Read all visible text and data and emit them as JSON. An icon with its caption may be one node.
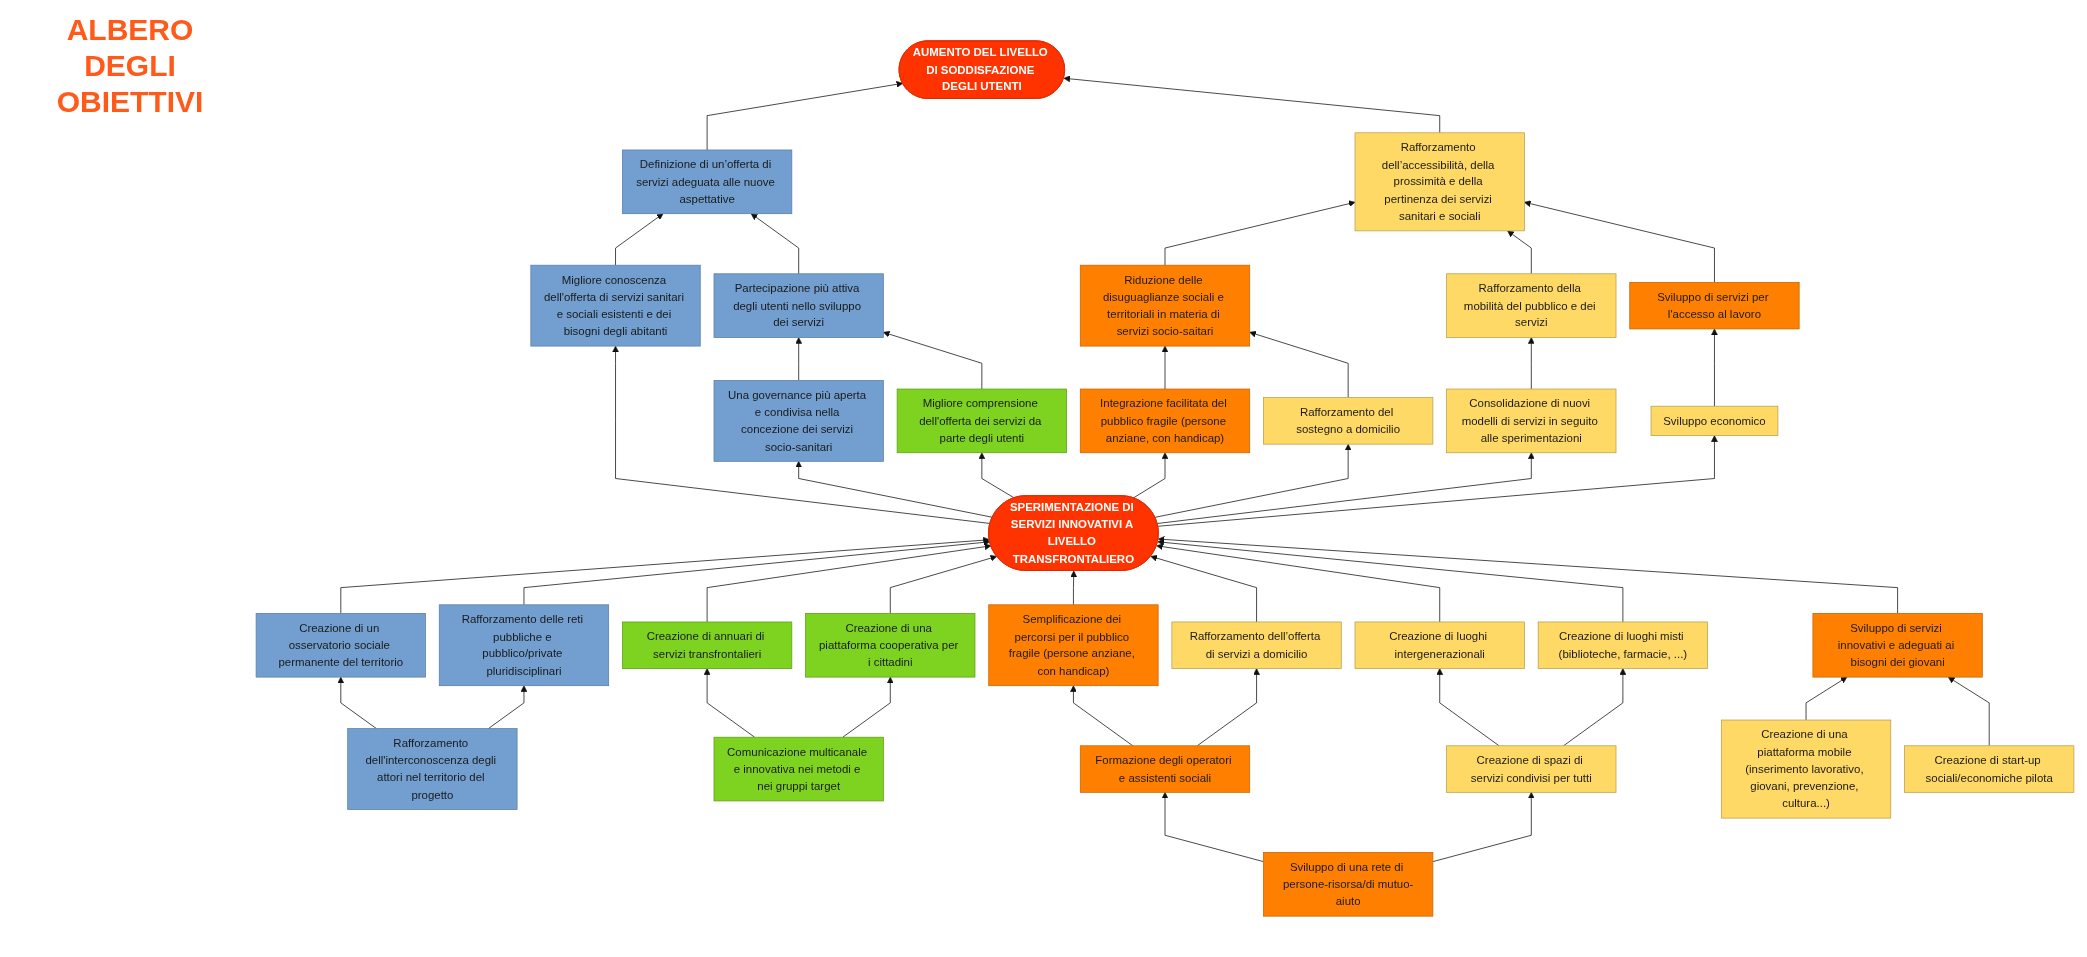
{
  "diagram": {
    "title": "ALBERO DEGLI OBIETTIVI",
    "nodes": [
      {
        "text": [
          "AUMENTO DEL LIVELLO DI SODDISFAZIONE DEGLI UTENTI"
        ]
      },
      {
        "text": [
          "Definizione di un’offerta di servizi adeguata alle nuove aspettative"
        ]
      },
      {
        "text": [
          "Rafforzamento dell’accessibilità, della prossimità e della pertinenza dei servizi sanitari e sociali"
        ]
      },
      {
        "text": [
          "Migliore conoscenza dell'offerta di servizi sanitari e sociali esistenti e dei bisogni degli abitanti"
        ]
      },
      {
        "text": [
          "Partecipazione più attiva degli utenti nello sviluppo dei servizi"
        ]
      },
      {
        "text": [
          "Riduzione delle disuguaglianze sociali e territoriali in materia di servizi socio-saitari"
        ]
      },
      {
        "text": [
          "Rafforzamento della mobilità del pubblico e dei servizi"
        ]
      },
      {
        "text": [
          "Sviluppo di servizi per l'accesso al lavoro"
        ]
      },
      {
        "text": [
          "Una governance più aperta e condivisa nella concezione dei servizi socio-sanitari"
        ]
      },
      {
        "text": [
          "Migliore comprensione dell'offerta dei servizi da parte degli utenti"
        ]
      },
      {
        "text": [
          "Integrazione facilitata del pubblico fragile (persone anziane, con handicap)"
        ]
      },
      {
        "text": [
          "Rafforzamento del sostegno a domicilio"
        ]
      },
      {
        "text": [
          "Consolidazione di nuovi modelli di servizi in seguito alle sperimentazioni"
        ]
      },
      {
        "text": [
          "Sviluppo economico"
        ]
      },
      {
        "text": [
          "SPERIMENTAZIONE DI SERVIZI INNOVATIVI A LIVELLO TRANSFRONTALIERO"
        ]
      },
      {
        "text": [
          "Semplificazione dei percorsi per il pubblico fragile (persone anziane, con handicap)"
        ]
      },
      {
        "text": [
          "Rafforzamento dell’offerta di servizi a domicilio"
        ]
      },
      {
        "text": [
          "Creazione di luoghi intergenerazionali"
        ]
      },
      {
        "text": [
          "Creazione di luoghi misti (biblioteche, farmacie, ...)"
        ]
      },
      {
        "text": [
          "Sviluppo di servizi innovativi e adeguati ai bisogni dei giovani"
        ]
      },
      {
        "text": [
          "Creazione di un osservatorio sociale permanente del territorio"
        ]
      },
      {
        "text": [
          "Rafforzamento delle reti pubbliche e pubblico/private pluridisciplinari"
        ]
      },
      {
        "text": [
          "Creazione di annuari di servizi transfrontalieri"
        ]
      },
      {
        "text": [
          "Creazione di una piattaforma cooperativa per i cittadini"
        ]
      },
      {
        "text": [
          "Formazione degli operatori e assistenti sociali"
        ]
      },
      {
        "text": [
          "Creazione di spazi di servizi condivisi per tutti"
        ]
      },
      {
        "text": [
          "Creazione di una piattaforma mobile (inserimento lavorativo, giovani, prevenzione, cultura...)"
        ]
      },
      {
        "text": [
          "Creazione di start-up sociali/economiche pilota"
        ]
      },
      {
        "text": [
          "Rafforzamento dell'interconoscenza degli attori nel territorio del progetto"
        ]
      },
      {
        "text": [
          "Comunicazione multicanale e innovativa nei metodi e nei gruppi target"
        ]
      },
      {
        "text": [
          "Sviluppo di una rete di persone-risorsa/di mutuo-aiuto"
        ]
      }
    ],
    "edges": [
      {
        "from": 1,
        "to": 0,
        "arrow": "to"
      },
      {
        "from": 2,
        "to": 0,
        "arrow": "to"
      },
      {
        "from": 3,
        "to": 1,
        "arrow": "to"
      },
      {
        "from": 4,
        "to": 1,
        "arrow": "to"
      },
      {
        "from": 5,
        "to": 2,
        "arrow": "to"
      },
      {
        "from": 6,
        "to": 2,
        "arrow": "to"
      },
      {
        "from": 7,
        "to": 2,
        "arrow": "to"
      },
      {
        "from": 8,
        "to": 4,
        "arrow": "to"
      },
      {
        "from": 9,
        "to": 4,
        "arrow": "to"
      },
      {
        "from": 10,
        "to": 5,
        "arrow": "to"
      },
      {
        "from": 11,
        "to": 5,
        "arrow": "to"
      },
      {
        "from": 12,
        "to": 6,
        "arrow": "to"
      },
      {
        "from": 13,
        "to": 7,
        "arrow": "to"
      },
      {
        "from": 14,
        "to": 3,
        "arrow": "to"
      },
      {
        "from": 14,
        "to": 8,
        "arrow": "to"
      },
      {
        "from": 14,
        "to": 9,
        "arrow": "to"
      },
      {
        "from": 14,
        "to": 10,
        "arrow": "to"
      },
      {
        "from": 14,
        "to": 11,
        "arrow": "to"
      },
      {
        "from": 14,
        "to": 12,
        "arrow": "to"
      },
      {
        "from": 14,
        "to": 13,
        "arrow": "to"
      },
      {
        "from": 20,
        "to": 14,
        "arrow": "to"
      },
      {
        "from": 21,
        "to": 14,
        "arrow": "to"
      },
      {
        "from": 22,
        "to": 14,
        "arrow": "to"
      },
      {
        "from": 23,
        "to": 14,
        "arrow": "to"
      },
      {
        "from": 15,
        "to": 14,
        "arrow": "to"
      },
      {
        "from": 16,
        "to": 14,
        "arrow": "to"
      },
      {
        "from": 17,
        "to": 14,
        "arrow": "to"
      },
      {
        "from": 18,
        "to": 14,
        "arrow": "to"
      },
      {
        "from": 19,
        "to": 14,
        "arrow": "to"
      },
      {
        "from": 28,
        "to": 20,
        "arrow": "to"
      },
      {
        "from": 28,
        "to": 21,
        "arrow": "to"
      },
      {
        "from": 29,
        "to": 22,
        "arrow": "to"
      },
      {
        "from": 29,
        "to": 23,
        "arrow": "to"
      },
      {
        "from": 24,
        "to": 15,
        "arrow": "to"
      },
      {
        "from": 24,
        "to": 16,
        "arrow": "to"
      },
      {
        "from": 30,
        "to": 24,
        "arrow": "to"
      },
      {
        "from": 30,
        "to": 25,
        "arrow": "to"
      },
      {
        "from": 25,
        "to": 17,
        "arrow": "to"
      },
      {
        "from": 25,
        "to": 18,
        "arrow": "to"
      },
      {
        "from": 26,
        "to": 19,
        "arrow": "to"
      },
      {
        "from": 27,
        "to": 19,
        "arrow": "to"
      }
    ]
  }
}
